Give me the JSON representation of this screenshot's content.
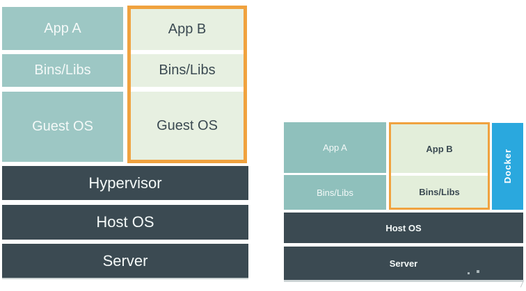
{
  "colors": {
    "background": "#ffffff",
    "vm-teal": "#9dc7c4",
    "ct-teal": "#8fc0bc",
    "vm-mint": "#e7f0e1",
    "ct-mint": "#e3eeda",
    "orange": "#f0a23f",
    "dark": "#3b4a52",
    "docker-blue": "#2aa8de",
    "text-light": "#f4f9f8",
    "text-dark": "#3b4a52"
  },
  "vm_diagram": {
    "stack_a": {
      "app": "App A",
      "bins": "Bins/Libs",
      "os": "Guest OS"
    },
    "stack_b": {
      "app": "App B",
      "bins": "Bins/Libs",
      "os": "Guest OS"
    },
    "hypervisor": "Hypervisor",
    "host_os": "Host OS",
    "server": "Server"
  },
  "container_diagram": {
    "stack_a": {
      "app": "App A",
      "bins": "Bins/Libs"
    },
    "stack_b": {
      "app": "App B",
      "bins": "Bins/Libs"
    },
    "docker": "Docker",
    "host_os": "Host OS",
    "server": "Server"
  }
}
